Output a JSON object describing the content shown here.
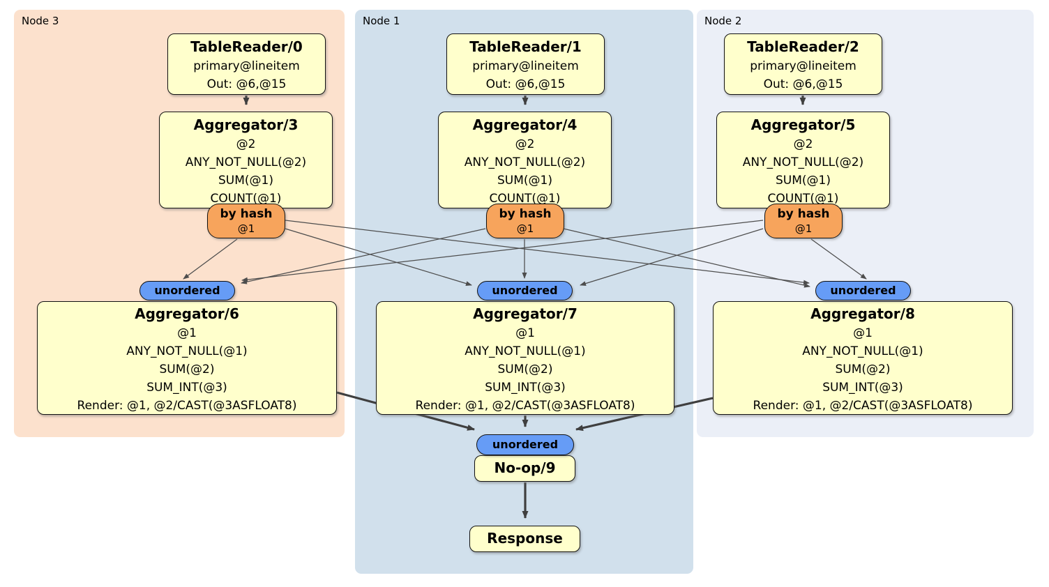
{
  "colors": {
    "panel-node3": "#FCE1CD",
    "panel-node1": "#D1E0EC",
    "panel-node2": "#EBEFF7",
    "box-fill": "#FFFFCC",
    "box-border": "#111111",
    "router-fill": "#F7A45C",
    "stream-fill": "#669CF6",
    "edge-thick": "#3F3F3F",
    "edge-thin": "#4D4D4D"
  },
  "panels": [
    {
      "label": "Node 3",
      "table_reader": {
        "title": "TableReader/0",
        "index": "primary@lineitem",
        "out": "Out: @6,@15"
      },
      "aggregator_top": {
        "title": "Aggregator/3",
        "lines": [
          "@2",
          "ANY_NOT_NULL(@2)",
          "SUM(@1)",
          "COUNT(@1)"
        ]
      },
      "router": {
        "label": "by hash",
        "detail": "@1"
      },
      "stream": {
        "label": "unordered"
      },
      "aggregator_bottom": {
        "title": "Aggregator/6",
        "lines": [
          "@1",
          "ANY_NOT_NULL(@1)",
          "SUM(@2)",
          "SUM_INT(@3)",
          "Render: @1, @2/CAST(@3ASFLOAT8)"
        ]
      }
    },
    {
      "label": "Node 1",
      "table_reader": {
        "title": "TableReader/1",
        "index": "primary@lineitem",
        "out": "Out: @6,@15"
      },
      "aggregator_top": {
        "title": "Aggregator/4",
        "lines": [
          "@2",
          "ANY_NOT_NULL(@2)",
          "SUM(@1)",
          "COUNT(@1)"
        ]
      },
      "router": {
        "label": "by hash",
        "detail": "@1"
      },
      "stream": {
        "label": "unordered"
      },
      "aggregator_bottom": {
        "title": "Aggregator/7",
        "lines": [
          "@1",
          "ANY_NOT_NULL(@1)",
          "SUM(@2)",
          "SUM_INT(@3)",
          "Render: @1, @2/CAST(@3ASFLOAT8)"
        ]
      }
    },
    {
      "label": "Node 2",
      "table_reader": {
        "title": "TableReader/2",
        "index": "primary@lineitem",
        "out": "Out: @6,@15"
      },
      "aggregator_top": {
        "title": "Aggregator/5",
        "lines": [
          "@2",
          "ANY_NOT_NULL(@2)",
          "SUM(@1)",
          "COUNT(@1)"
        ]
      },
      "router": {
        "label": "by hash",
        "detail": "@1"
      },
      "stream": {
        "label": "unordered"
      },
      "aggregator_bottom": {
        "title": "Aggregator/8",
        "lines": [
          "@1",
          "ANY_NOT_NULL(@1)",
          "SUM(@2)",
          "SUM_INT(@3)",
          "Render: @1, @2/CAST(@3ASFLOAT8)"
        ]
      }
    }
  ],
  "final": {
    "stream_label": "unordered",
    "noop_title": "No-op/9",
    "response_title": "Response"
  }
}
